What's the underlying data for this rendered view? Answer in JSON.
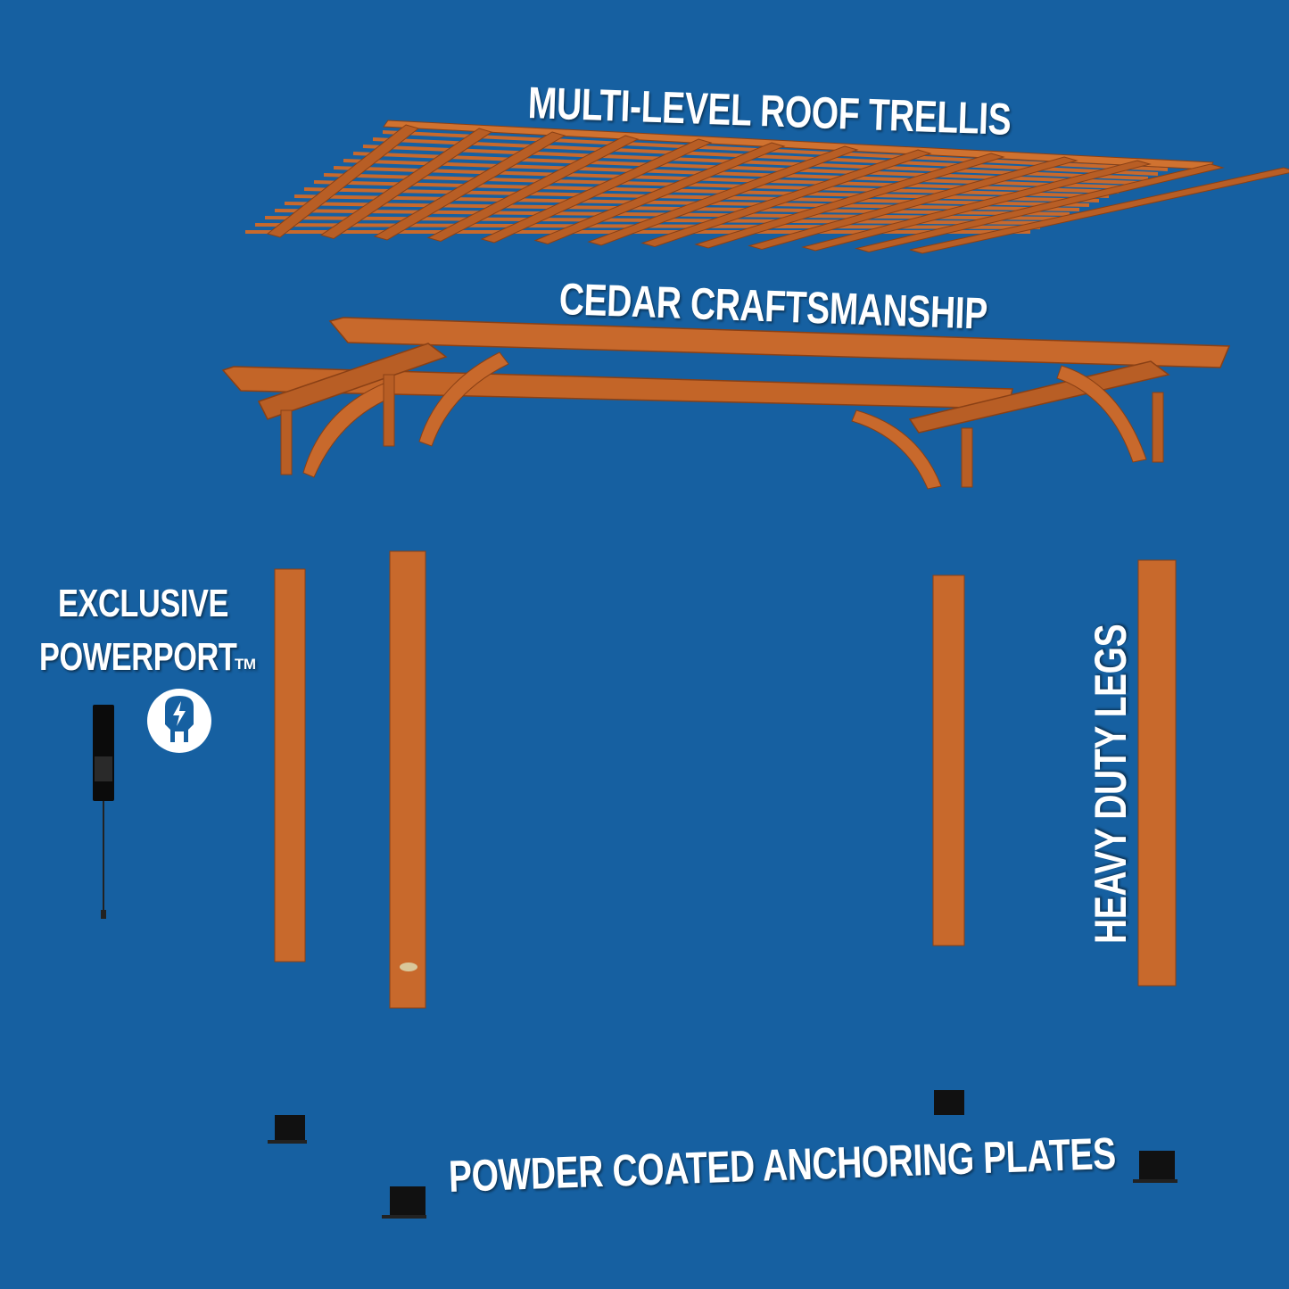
{
  "labels": {
    "roof": "MULTI-LEVEL ROOF TRELLIS",
    "cedar": "CEDAR CRAFTSMANSHIP",
    "powerport_line1": "EXCLUSIVE",
    "powerport_line2": "POWERPORT",
    "trademark": "TM",
    "legs": "HEAVY DUTY LEGS",
    "plates": "POWDER COATED ANCHORING PLATES"
  },
  "colors": {
    "background": "#1660a1",
    "cedar": "#c8692c",
    "cedar_dark": "#9a4a1c",
    "plate": "#111111",
    "text": "#ffffff"
  }
}
